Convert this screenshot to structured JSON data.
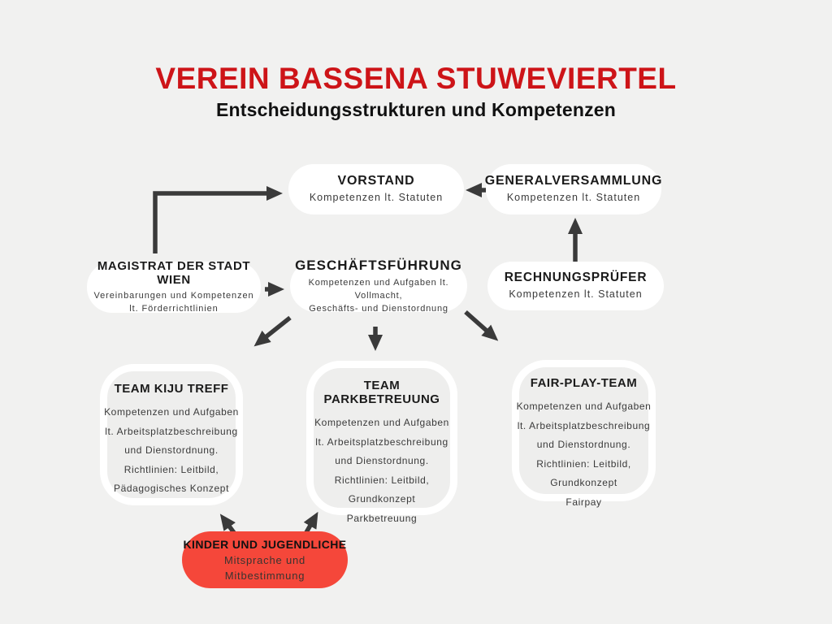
{
  "header": {
    "title": "VEREIN BASSENA STUWEVIERTEL",
    "subtitle": "Entscheidungsstrukturen und Kompetenzen"
  },
  "colors": {
    "background": "#f1f1f0",
    "box_fill": "#ffffff",
    "team_fill": "#eeeeed",
    "title_red": "#cd1418",
    "pill_red": "#f5473a",
    "arrow": "#3a3a3a",
    "text_dark": "#1b1b1b",
    "text_body": "#3a3a3a"
  },
  "nodes": {
    "vorstand": {
      "title": "VORSTAND",
      "lines": [
        "Kompetenzen lt. Statuten"
      ]
    },
    "generalversammlung": {
      "title": "GENERALVERSAMMLUNG",
      "lines": [
        "Kompetenzen lt. Statuten"
      ]
    },
    "magistrat": {
      "title": "MAGISTRAT DER STADT WIEN",
      "lines": [
        "Vereinbarungen und Kompetenzen",
        "lt. Förderrichtlinien"
      ]
    },
    "geschaeftsfuehrung": {
      "title": "GESCHÄFTSFÜHRUNG",
      "lines": [
        "Kompetenzen und Aufgaben lt. Vollmacht,",
        "Geschäfts- und Dienstordnung"
      ]
    },
    "rechnungspruefer": {
      "title": "RECHNUNGSPRÜFER",
      "lines": [
        "Kompetenzen lt. Statuten"
      ]
    },
    "team_kiju_treff": {
      "title": "TEAM KIJU TREFF",
      "lines": [
        "Kompetenzen und Aufgaben",
        "lt. Arbeitsplatzbeschreibung",
        "und Dienstordnung.",
        "Richtlinien: Leitbild,",
        "Pädagogisches Konzept"
      ]
    },
    "team_parkbetreuung": {
      "title": "TEAM PARKBETREUUNG",
      "lines": [
        "Kompetenzen und Aufgaben",
        "lt. Arbeitsplatzbeschreibung",
        "und Dienstordnung.",
        "Richtlinien: Leitbild,",
        "Grundkonzept",
        "Parkbetreuung"
      ]
    },
    "fair_play_team": {
      "title": "FAIR-PLAY-TEAM",
      "lines": [
        "Kompetenzen und Aufgaben",
        "lt. Arbeitsplatzbeschreibung",
        "und Dienstordnung.",
        "Richtlinien: Leitbild,",
        "Grundkonzept",
        "Fairpay"
      ]
    },
    "kinder_und_jugendliche": {
      "title": "KINDER UND JUGENDLICHE",
      "lines": [
        "Mitsprache und",
        "Mitbestimmung"
      ]
    }
  },
  "edges": [
    {
      "from": "magistrat",
      "to": "vorstand"
    },
    {
      "from": "generalversammlung",
      "to": "vorstand"
    },
    {
      "from": "rechnungspruefer",
      "to": "generalversammlung"
    },
    {
      "from": "magistrat",
      "to": "geschaeftsfuehrung"
    },
    {
      "from": "geschaeftsfuehrung",
      "to": "team_kiju_treff"
    },
    {
      "from": "geschaeftsfuehrung",
      "to": "team_parkbetreuung"
    },
    {
      "from": "geschaeftsfuehrung",
      "to": "fair_play_team"
    },
    {
      "from": "kinder_und_jugendliche",
      "to": "team_kiju_treff"
    },
    {
      "from": "kinder_und_jugendliche",
      "to": "team_parkbetreuung"
    }
  ]
}
